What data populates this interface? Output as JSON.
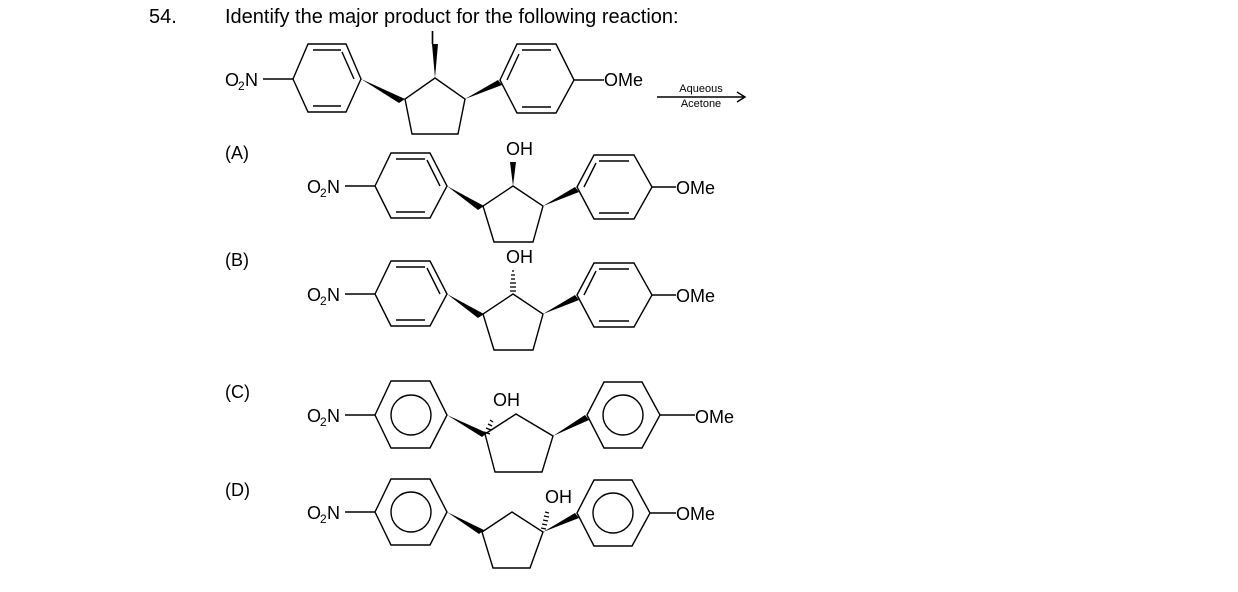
{
  "question": {
    "number": "54.",
    "text": "Identify the major product for the following reaction:"
  },
  "reaction": {
    "conditions_top": "Aqueous",
    "conditions_bottom": "Acetone",
    "substituent_iodo": "I",
    "substituent_left_main": "O",
    "substituent_left_sub": "2",
    "substituent_left_tail": "N",
    "substituent_right": "OMe"
  },
  "options": [
    {
      "label": "(A)",
      "hydroxyl": "OH",
      "right_group": "OMe",
      "left_main": "O",
      "left_sub": "2",
      "left_tail": "N"
    },
    {
      "label": "(B)",
      "hydroxyl": "OH",
      "right_group": "OMe",
      "left_main": "O",
      "left_sub": "2",
      "left_tail": "N"
    },
    {
      "label": "(C)",
      "hydroxyl": "OH",
      "right_group": "OMe",
      "left_main": "O",
      "left_sub": "2",
      "left_tail": "N"
    },
    {
      "label": "(D)",
      "hydroxyl": "OH",
      "right_group": "OMe",
      "left_main": "O",
      "left_sub": "2",
      "left_tail": "N"
    }
  ]
}
